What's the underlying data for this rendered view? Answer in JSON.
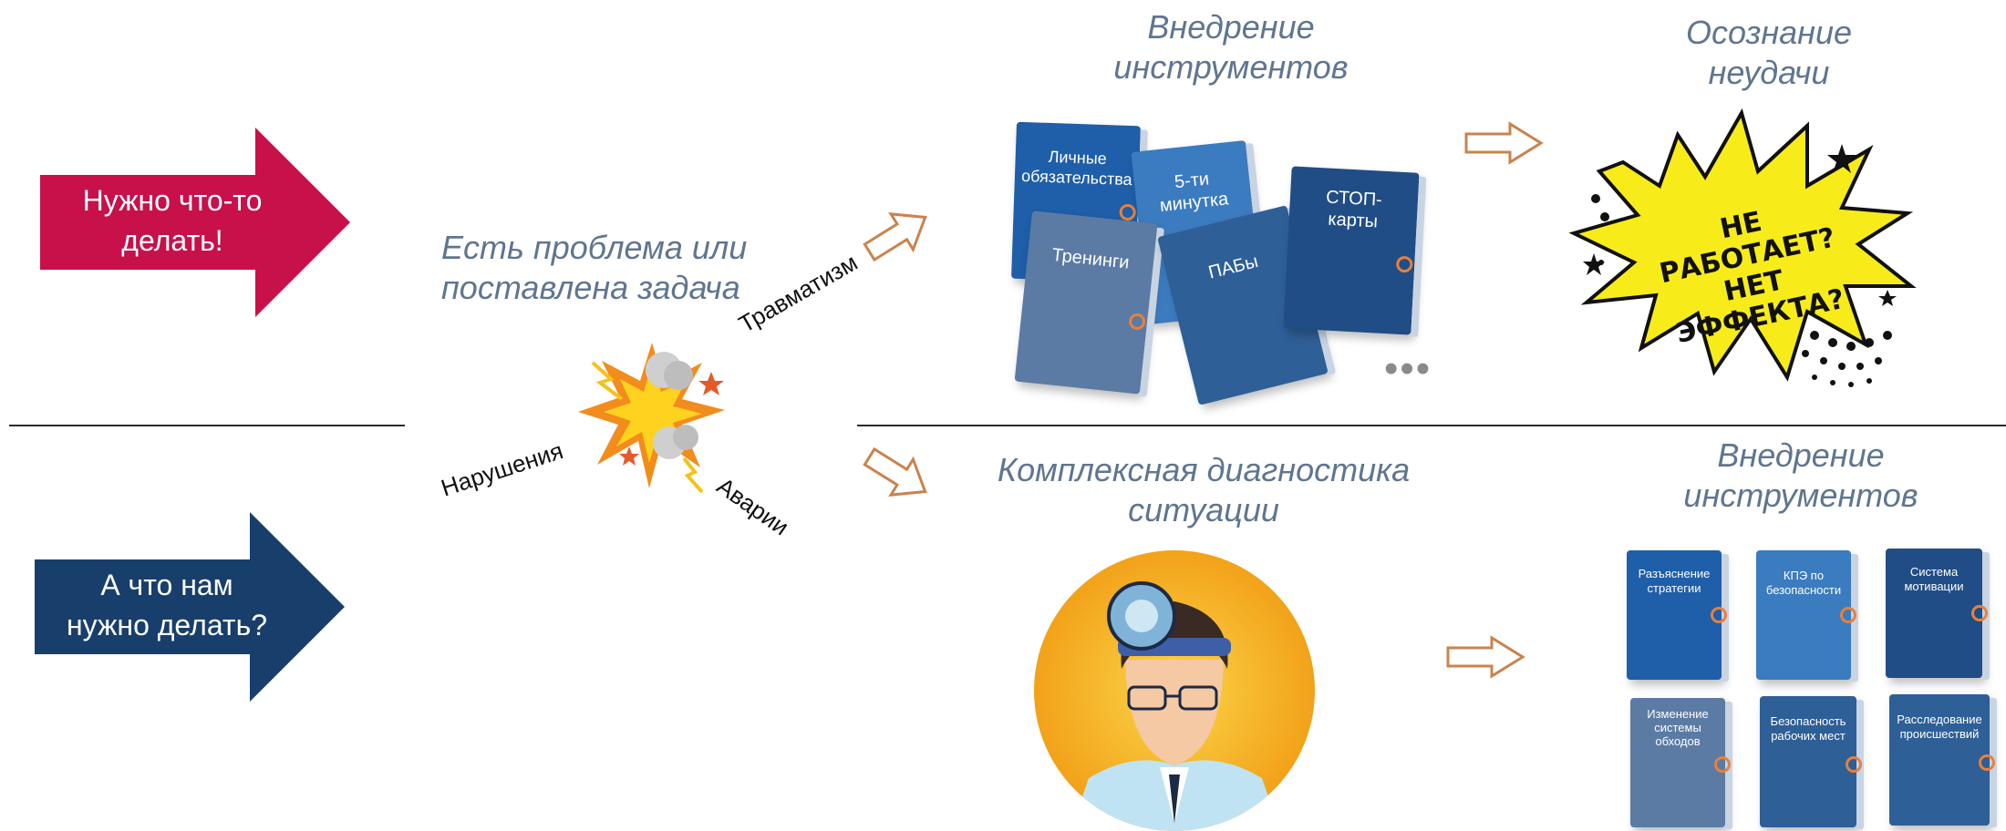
{
  "left_arrows": {
    "top_label": "Нужно что-то\nделать!",
    "top_color": "#c8104a",
    "bottom_label": "А что нам\nнужно делать?",
    "bottom_color": "#183f6b"
  },
  "problem": {
    "title": "Есть проблема или\nпоставлена задача",
    "labels": [
      "Травматизм",
      "Нарушения",
      "Аварии"
    ]
  },
  "top_row": {
    "tools_title": "Внедрение\nинструментов",
    "failure_title": "Осознание\nнеудачи",
    "folders": [
      "Личные\nобязательства",
      "5-ти\nминутка",
      "Тренинги",
      "ПАБы",
      "СТОП-\nкарты"
    ],
    "more": "•••",
    "burst_text": "НЕ РАБОТАЕТ?\nНЕТ ЭФФЕКТА?"
  },
  "bottom_row": {
    "diagnostics_title": "Комплексная диагностика\nситуации",
    "tools_title": "Внедрение\nинструментов",
    "folders": [
      "Разъяснение\nстратегии",
      "КПЭ по\nбезопасности",
      "Система\nмотивации",
      "Изменение\nсистемы\nобходов",
      "Безопасность\nрабочих мест",
      "Расследование\nпроисшествий"
    ]
  },
  "colors": {
    "title_gray_blue": "#5f7590",
    "accent_orange": "#e8803a",
    "folder_blue_1": "#1f5ea8",
    "folder_blue_2": "#3b7bbf",
    "folder_blue_3": "#204d86",
    "folder_gray_blue": "#5b7ba5",
    "burst_yellow": "#f7ec1a"
  }
}
